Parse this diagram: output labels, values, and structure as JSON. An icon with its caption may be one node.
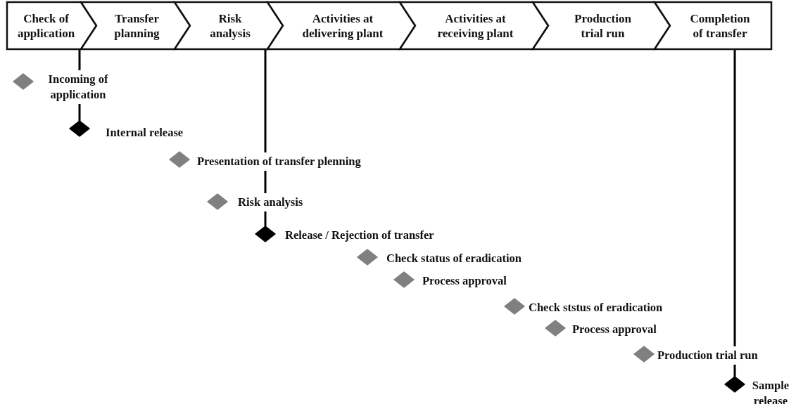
{
  "diagram": {
    "nodes": [
      {
        "text": [
          "Check of application"
        ]
      },
      {
        "text": [
          "Transfer planning"
        ]
      },
      {
        "text": [
          "Risk analysis"
        ]
      },
      {
        "text": [
          "Activities at delivering plant"
        ]
      },
      {
        "text": [
          "Activities at receiving plant"
        ]
      },
      {
        "text": [
          "Production trial run"
        ]
      },
      {
        "text": [
          "Completion of transfer"
        ]
      },
      {
        "text": [],
        "shape": "diamond",
        "beside": [
          "Incoming of application"
        ]
      },
      {
        "text": [],
        "shape": "diamond",
        "beside": [
          "Internal release"
        ]
      },
      {
        "text": [],
        "shape": "diamond",
        "beside": [
          "Presentation of transfer plenning"
        ]
      },
      {
        "text": [],
        "shape": "diamond",
        "beside": [
          "Risk analysis"
        ]
      },
      {
        "text": [],
        "shape": "diamond",
        "beside": [
          "Release / Rejection of transfer"
        ]
      },
      {
        "text": [],
        "shape": "diamond",
        "beside": [
          "Check status of eradication"
        ]
      },
      {
        "text": [],
        "shape": "diamond",
        "beside": [
          "Process approval"
        ]
      },
      {
        "text": [],
        "shape": "diamond",
        "beside": [
          "Check ststus of eradication"
        ]
      },
      {
        "text": [],
        "shape": "diamond",
        "beside": [
          "Process approval"
        ]
      },
      {
        "text": [],
        "shape": "diamond",
        "beside": [
          "Production trial run"
        ]
      },
      {
        "text": [],
        "shape": "diamond",
        "beside": [
          "Sample release"
        ]
      }
    ],
    "edges": [
      {
        "from": 0,
        "to": 8,
        "arrow": "none"
      },
      {
        "from": 2,
        "to": 11,
        "arrow": "none"
      },
      {
        "from": 6,
        "to": 17,
        "arrow": "none"
      }
    ]
  }
}
